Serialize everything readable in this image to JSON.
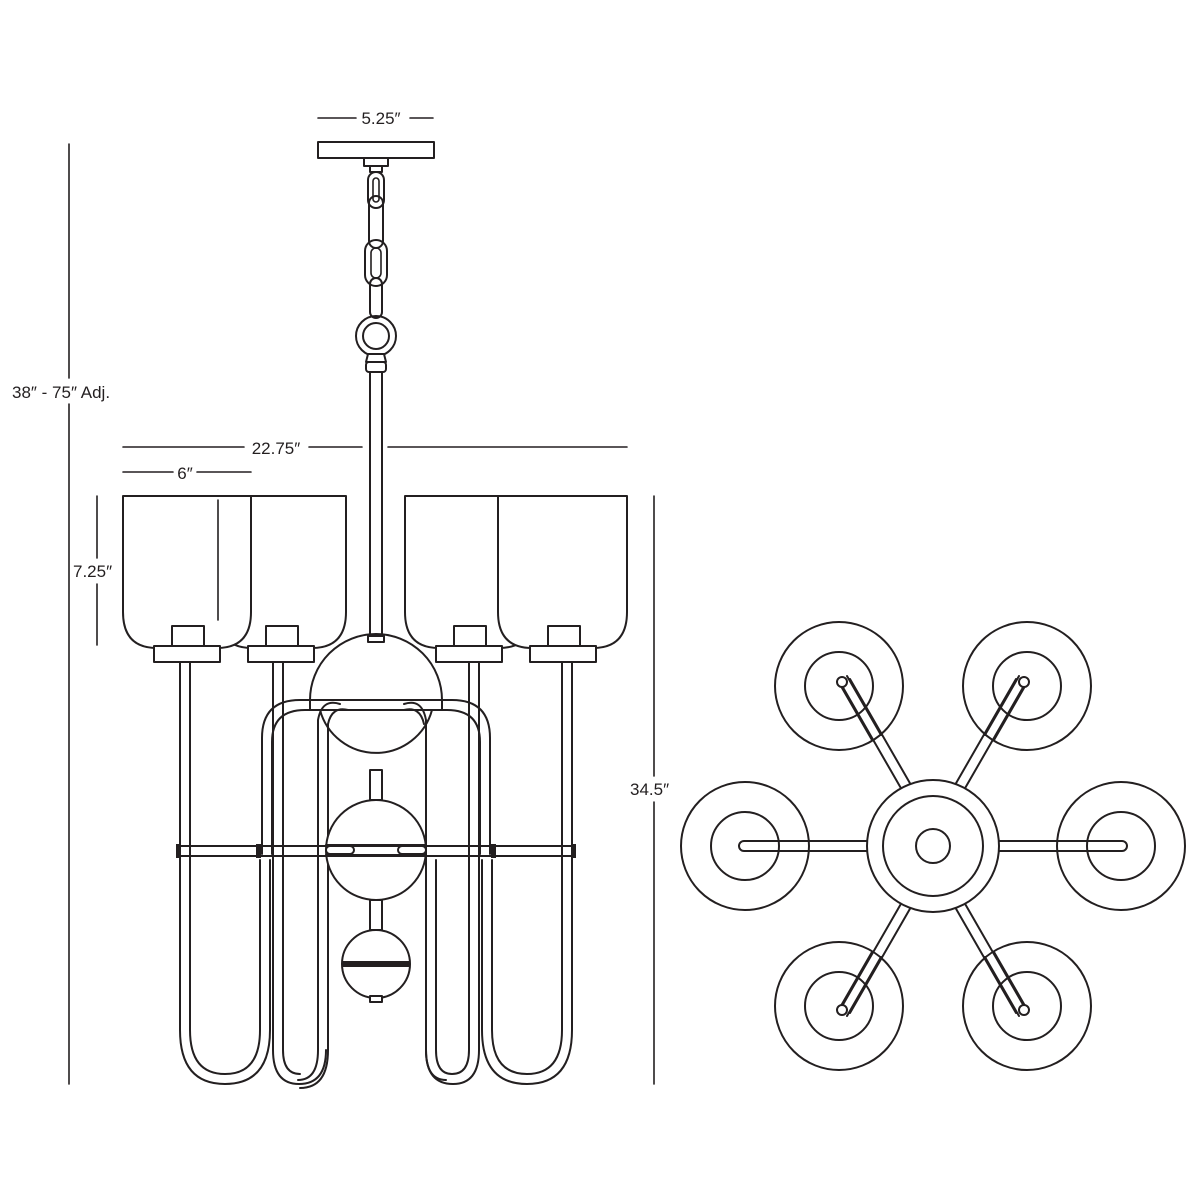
{
  "dimensions": {
    "canopy_width": "5.25″",
    "overall_height": "38″ - 75″ Adj.",
    "overall_width": "22.75″",
    "shade_width": "6″",
    "shade_height": "7.25″",
    "body_height": "34.5″"
  },
  "colors": {
    "line": "#231f20",
    "background": "#ffffff"
  }
}
